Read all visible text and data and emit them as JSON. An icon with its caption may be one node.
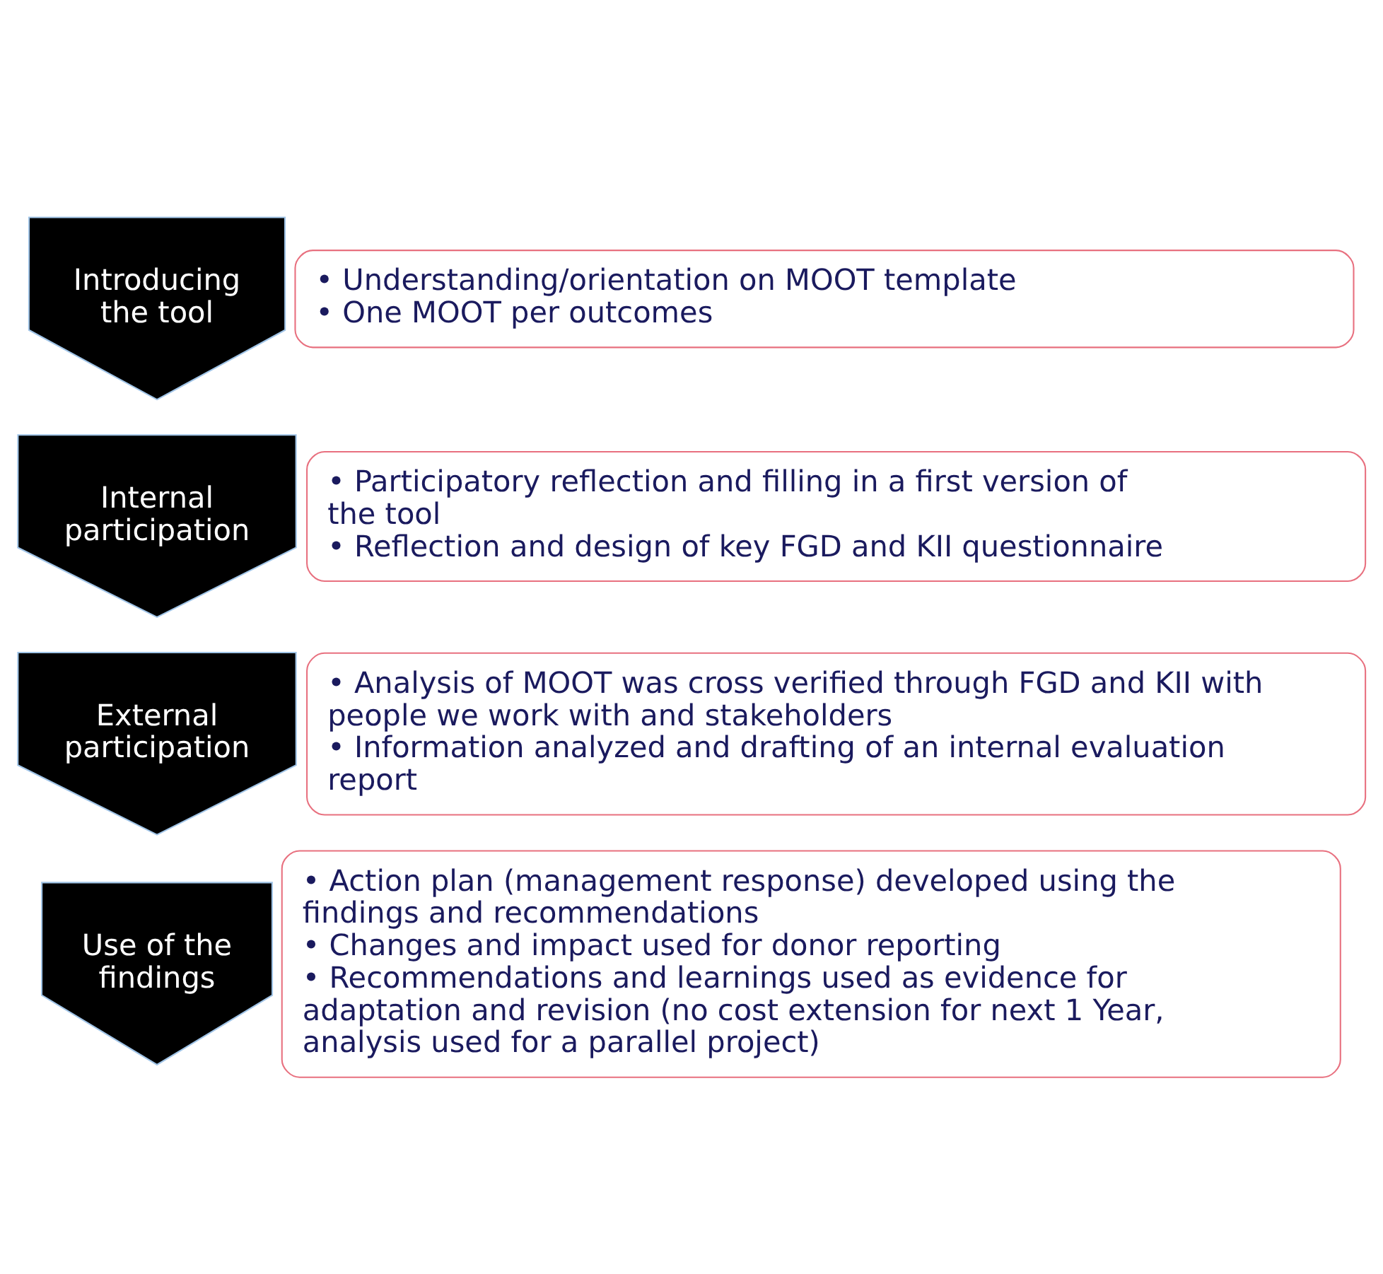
{
  "diagram": {
    "nodes": [
      {
        "text": [
          "Introducing the tool"
        ]
      },
      {
        "text": [
          "• Understanding/orientation on MOOT template",
          "• One MOOT per outcomes"
        ]
      },
      {
        "text": [
          "Internal participation"
        ]
      },
      {
        "text": [
          "• Participatory reflection and filling in a first version of the tool",
          "• Reflection and design of key FGD and KII questionnaire"
        ]
      },
      {
        "text": [
          "External participation"
        ]
      },
      {
        "text": [
          "• Analysis of MOOT was cross verified through FGD and KII with people we work with and stakeholders",
          "• Information analyzed and drafting of an internal evaluation report"
        ]
      },
      {
        "text": [
          "Use of the findings"
        ]
      },
      {
        "text": [
          "• Action plan (management response) developed using the findings and recommendations",
          "• Changes and impact used for donor reporting",
          "• Recommendations and learnings used as evidence for adaptation and revision (no cost extension for next 1 Year, analysis used for a parallel project)"
        ]
      }
    ]
  }
}
